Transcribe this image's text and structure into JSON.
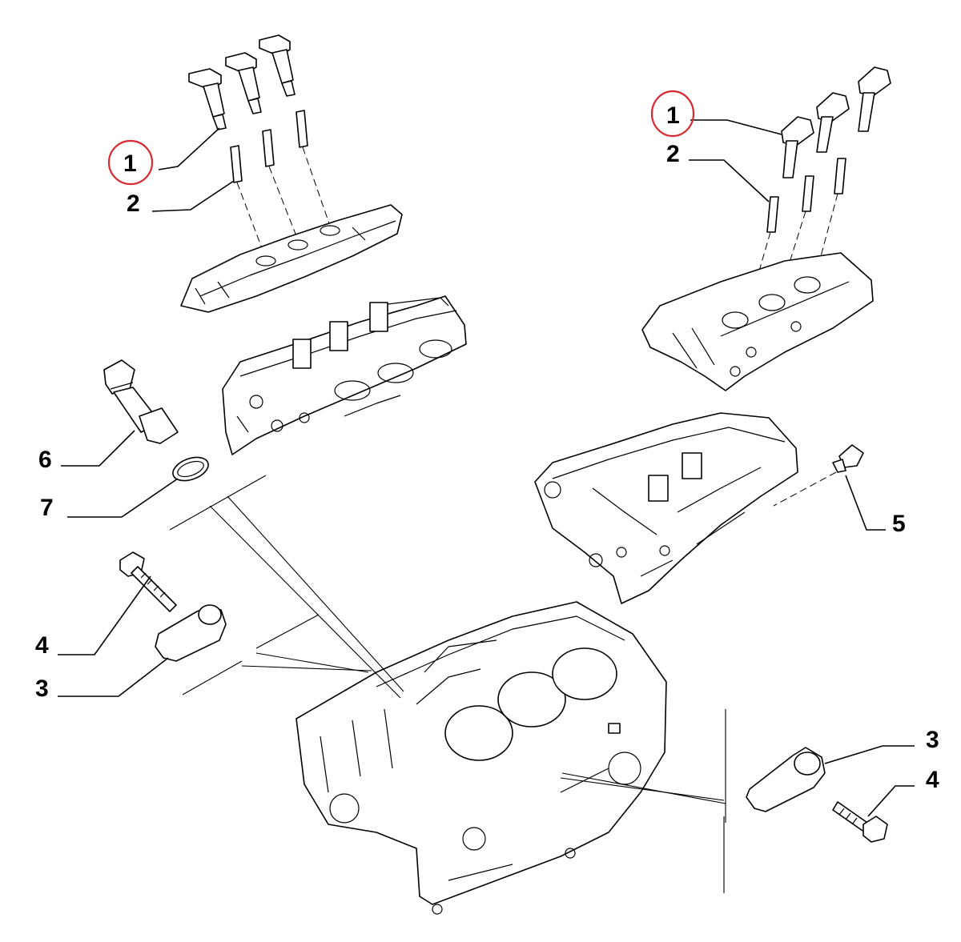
{
  "callouts": {
    "left_coil": "1",
    "left_plug": "2",
    "right_coil": "1",
    "right_plug": "2",
    "sensor_6": "6",
    "oring_7": "7",
    "bolt_left": "4",
    "knock_left": "3",
    "sensor_5": "5",
    "knock_right": "3",
    "bolt_right": "4"
  },
  "colors": {
    "line": "#000000",
    "highlight_circle": "#d9282f",
    "background": "#ffffff"
  }
}
